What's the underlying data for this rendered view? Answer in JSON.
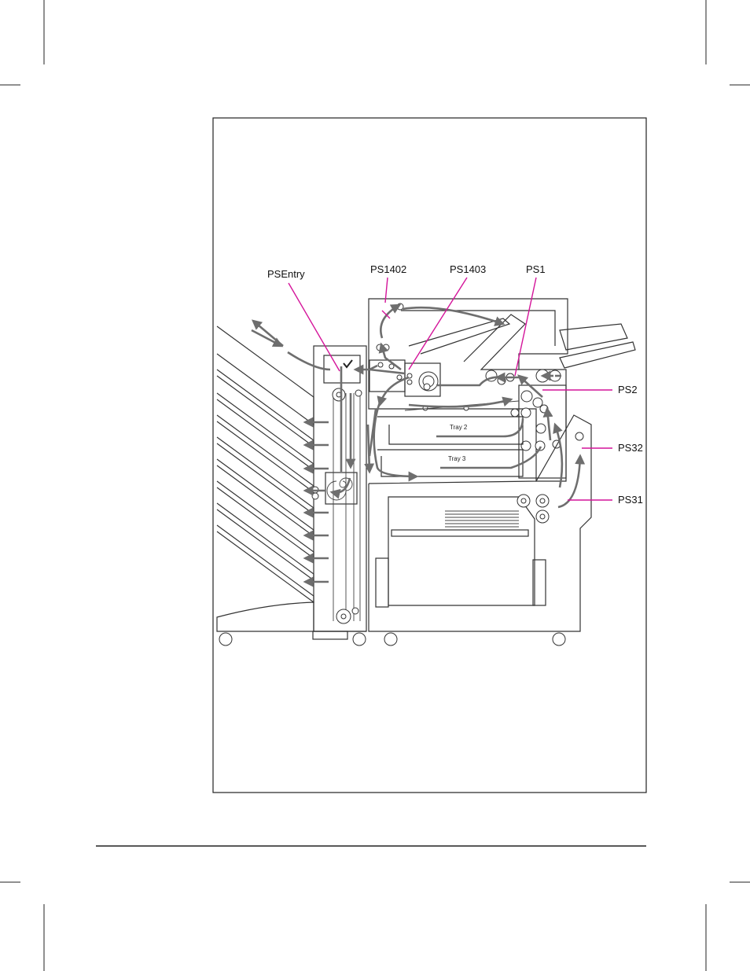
{
  "colors": {
    "leader": "#d4149a",
    "paper_path": "#6e6e6e",
    "outline": "#333333"
  },
  "labels": {
    "psentry": "PSEntry",
    "ps1402": "PS1402",
    "ps1403": "PS1403",
    "ps1": "PS1",
    "ps2": "PS2",
    "ps32": "PS32",
    "ps31": "PS31",
    "tray2": "Tray 2",
    "tray3": "Tray 3"
  }
}
